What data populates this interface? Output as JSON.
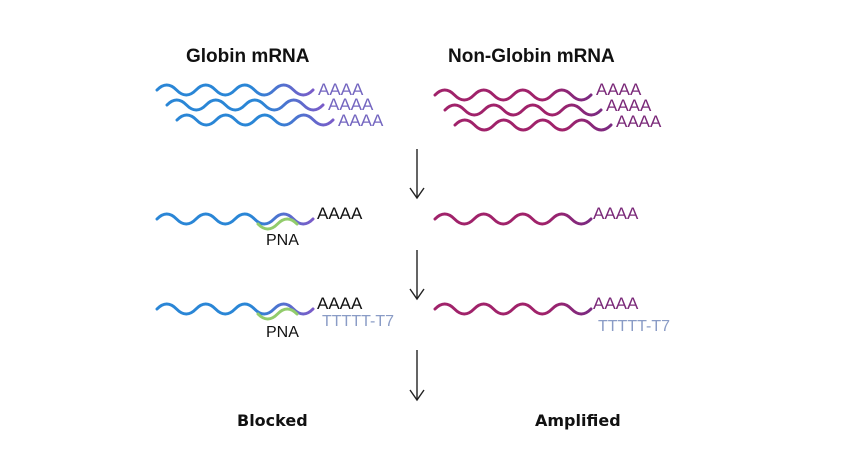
{
  "diagram": {
    "titles": {
      "left": "Globin mRNA",
      "right": "Non-Globin mRNA"
    },
    "labels": {
      "polyA": "AAAA",
      "pna": "PNA",
      "primer": "TTTTT-T7"
    },
    "results": {
      "left": "Blocked",
      "right": "Amplified"
    },
    "colors": {
      "globin_start": "#2a86d6",
      "globin_end": "#7a5cc8",
      "globin_tail_text": "#7466c0",
      "nonglobin": "#a0226a",
      "nonglobin_end": "#7a2a82",
      "nonglobin_tail_text": "#7a2878",
      "pna": "#92cc6c",
      "primer": "#8a9cc6",
      "text": "#111111",
      "arrow": "#222222"
    },
    "steps": [
      {
        "name": "initial",
        "left": "Globin mRNA population",
        "right": "Non-Globin mRNA population"
      },
      {
        "name": "pna-binding",
        "left": "Globin mRNA with PNA bound",
        "right": "Non-Globin mRNA"
      },
      {
        "name": "primer-annealing",
        "left": "Globin mRNA with PNA and TTTTT-T7 primer",
        "right": "Non-Globin mRNA with TTTTT-T7 primer"
      },
      {
        "name": "outcome",
        "left": "Blocked",
        "right": "Amplified"
      }
    ]
  }
}
